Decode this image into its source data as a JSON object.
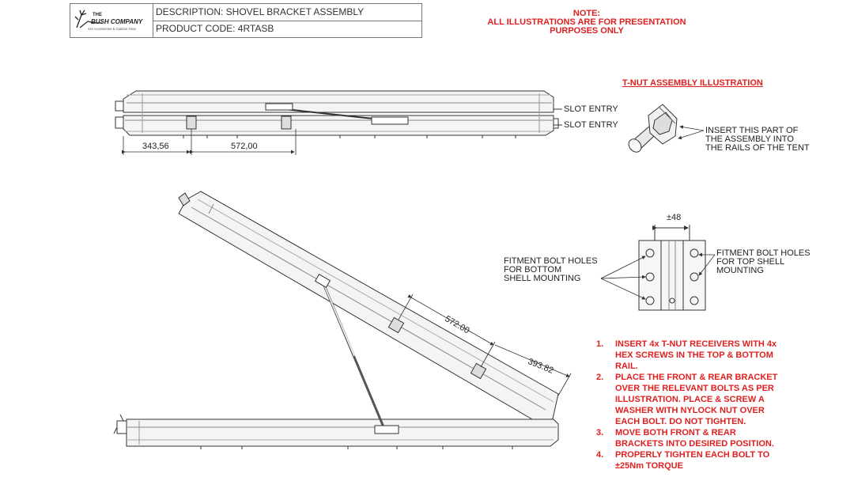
{
  "title_block": {
    "logo": {
      "line1": "THE",
      "line2": "BUSH COMPANY",
      "tagline": "4x4 Accessories & Outdoor Gear"
    },
    "description": "DESCRIPTION: SHOVEL BRACKET ASSEMBLY",
    "product_code": "PRODUCT CODE: 4RTASB"
  },
  "note": {
    "heading": "NOTE:",
    "text": "ALL ILLUSTRATIONS ARE FOR PRESENTATION PURPOSES ONLY"
  },
  "top_view": {
    "slot_entry_1": "SLOT ENTRY",
    "slot_entry_2": "SLOT ENTRY",
    "dim_left": "343,56",
    "dim_right": "572,00"
  },
  "tnut": {
    "title": "T-NUT ASSEMBLY ILLUSTRATION",
    "callout": [
      "INSERT THIS PART OF",
      "THE ASSEMBLY INTO",
      "THE RAILS OF THE TENT"
    ]
  },
  "open_view": {
    "dim_long": "572.00",
    "dim_short": "393.82"
  },
  "bracket": {
    "dim_width": "±48",
    "left_callout": [
      "FITMENT BOLT HOLES",
      "FOR BOTTOM",
      "SHELL MOUNTING"
    ],
    "right_callout": [
      "FITMENT BOLT HOLES",
      "FOR TOP SHELL",
      "MOUNTING"
    ]
  },
  "steps": [
    {
      "num": "1.",
      "text": "INSERT 4x T-NUT RECEIVERS WITH 4x HEX SCREWS IN THE TOP & BOTTOM RAIL."
    },
    {
      "num": "2.",
      "text": "PLACE THE FRONT & REAR BRACKET OVER THE RELEVANT BOLTS AS PER ILLUSTRATION. PLACE & SCREW A WASHER WITH NYLOCK NUT OVER EACH BOLT. DO NOT TIGHTEN."
    },
    {
      "num": "3.",
      "text": "MOVE BOTH FRONT & REAR BRACKETS INTO DESIRED POSITION."
    },
    {
      "num": "4.",
      "text": "PROPERLY TIGHTEN EACH BOLT TO ±25Nm TORQUE"
    }
  ],
  "colors": {
    "note_red": "#e02020",
    "line": "#333333"
  }
}
